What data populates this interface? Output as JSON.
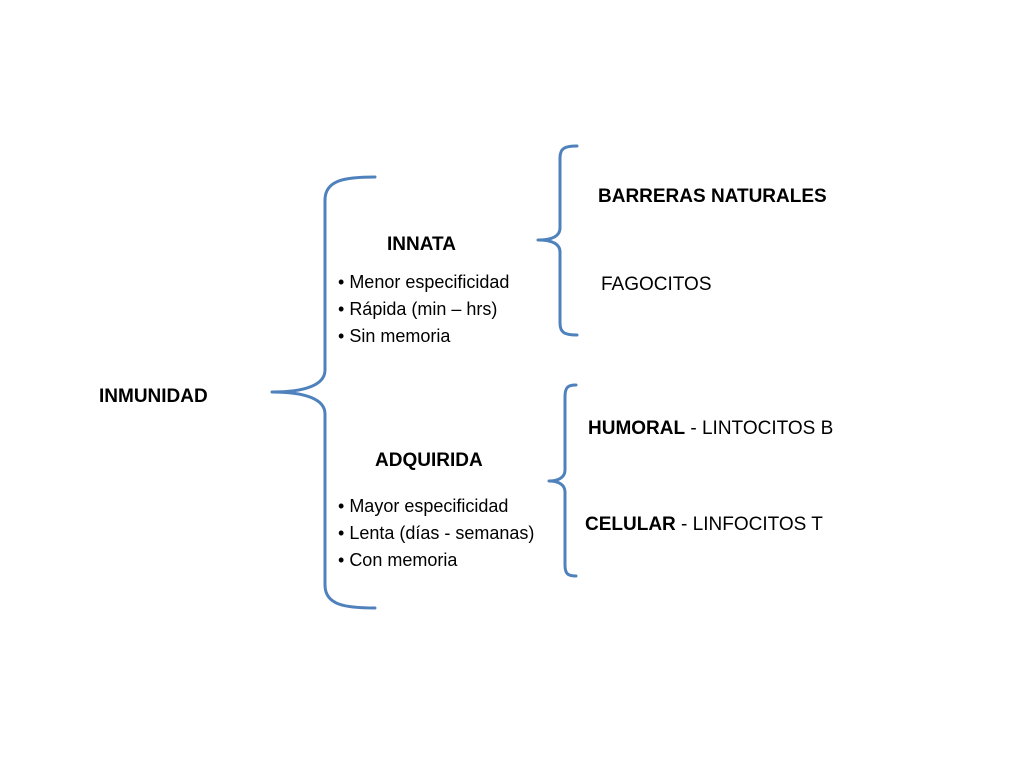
{
  "colors": {
    "brace": "#4f81bd",
    "text": "#000000",
    "background": "#ffffff"
  },
  "root": {
    "label": "INMUNIDAD"
  },
  "innata": {
    "label": "INNATA",
    "items": [
      "Menor especificidad",
      "Rápida (min – hrs)",
      "Sin memoria"
    ],
    "branches": [
      {
        "label": "BARRERAS NATURALES"
      },
      {
        "label": "FAGOCITOS"
      }
    ]
  },
  "adquirida": {
    "label": "ADQUIRIDA",
    "items": [
      "Mayor especificidad",
      "Lenta (días - semanas)",
      "Con memoria"
    ],
    "branches": [
      {
        "label_bold": "HUMORAL",
        "label_rest": " - LINTOCITOS B"
      },
      {
        "label_bold": "CELULAR",
        "label_rest": " - LINFOCITOS T"
      }
    ]
  }
}
